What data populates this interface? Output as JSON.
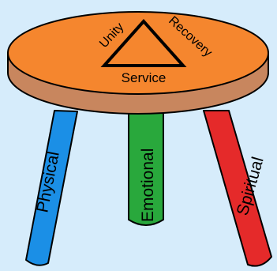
{
  "colors": {
    "background": "#d6ecfb",
    "seat_top": "#f5862e",
    "seat_rim": "#c8865e",
    "outline": "#000000",
    "leg_physical": "#1b8fe6",
    "leg_emotional": "#29a83c",
    "leg_spiritual": "#e52a2a"
  },
  "seat": {
    "triangle_labels": {
      "top_left": "Unity",
      "top_right": "Recovery",
      "bottom": "Service"
    }
  },
  "legs": [
    {
      "label": "Physical",
      "color_key": "leg_physical"
    },
    {
      "label": "Emotional",
      "color_key": "leg_emotional"
    },
    {
      "label": "Spiritual",
      "color_key": "leg_spiritual"
    }
  ]
}
